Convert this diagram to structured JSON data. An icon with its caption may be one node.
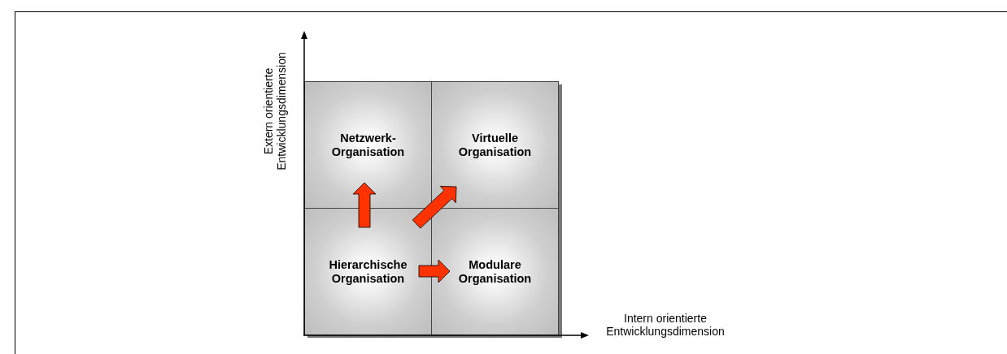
{
  "diagram": {
    "nodes": [
      {
        "text": [
          "Netzwerk- Organisation"
        ]
      },
      {
        "text": [
          "Virtuelle Organisation"
        ]
      },
      {
        "text": [
          "Hierarchische Organisation"
        ]
      },
      {
        "text": [
          "Modulare Organisation"
        ]
      }
    ],
    "edges": [
      {
        "from": 2,
        "to": 0,
        "arrow": "to",
        "style": "thick"
      },
      {
        "from": 2,
        "to": 1,
        "arrow": "to",
        "style": "thick"
      },
      {
        "from": 2,
        "to": 3,
        "arrow": "to",
        "style": "thick"
      }
    ],
    "labels": [
      "Extern orientierte Entwicklungsdimension",
      "Intern orientierte Entwicklungsdimension"
    ]
  }
}
